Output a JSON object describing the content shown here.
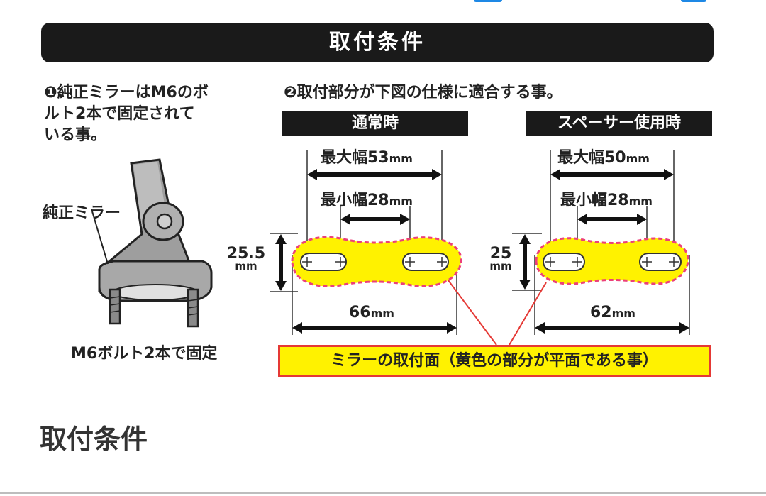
{
  "banner": {
    "title": "取付条件"
  },
  "note1": {
    "lines": [
      "❶純正ミラーはM6のボ",
      "ルト2本で固定されて",
      "いる事。"
    ]
  },
  "mirror": {
    "label": "純正ミラー",
    "bolt_caption": "M6ボルト2本で固定"
  },
  "note2": {
    "text": "❷取付部分が下図の仕様に適合する事。"
  },
  "normal": {
    "tag": "通常時",
    "max_width": "最大幅53",
    "min_width": "最小幅28",
    "height": "25.5",
    "total": "66"
  },
  "spacer": {
    "tag": "スペーサー使用時",
    "max_width": "最大幅50",
    "min_width": "最小幅28",
    "height": "25",
    "total": "62"
  },
  "unit": "mm",
  "caption": "ミラーの取付面（黄色の部分が平面である事）",
  "footer": {
    "title": "取付条件"
  },
  "colors": {
    "yellow": "#fff200",
    "red": "#e53935",
    "banner": "#1a1a1a",
    "accent": "#1e88e5"
  }
}
